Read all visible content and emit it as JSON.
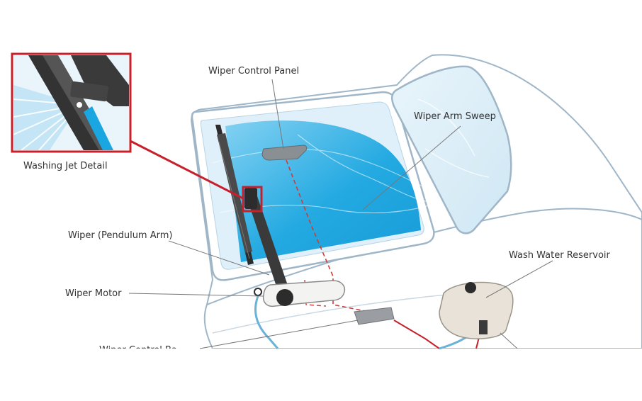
{
  "labels": {
    "wiper_control_panel": "Wiper Control Panel",
    "wiper_arm_sweep": "Wiper Arm Sweep",
    "washing_jet_detail": "Washing Jet Detail",
    "wiper_pendulum_arm": "Wiper (Pendulum Arm)",
    "wiper_motor": "Wiper Motor",
    "wash_water_reservoir": "Wash Water Reservoir",
    "wiper_control_unit_partial": "Wiper Control Ba"
  },
  "colors": {
    "body_outline": "#9fb6c8",
    "glass": "#dff0fa",
    "sweep": "#1aa6e0",
    "callout_red": "#c8202a",
    "wiring_red": "#d23a36",
    "hose_blue": "#6ab2d6",
    "reservoir": "#e8e2d8",
    "dark_part": "#2c2c2c"
  }
}
